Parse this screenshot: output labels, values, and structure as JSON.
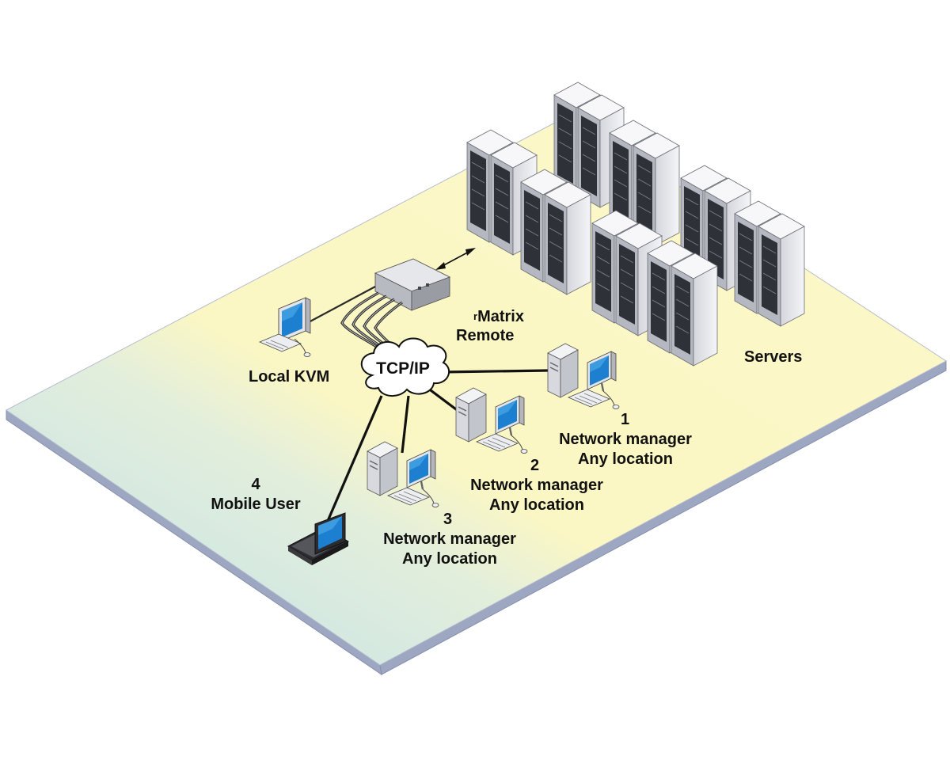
{
  "labels": {
    "matrix_line1": "Matrix",
    "matrix_prefix": "r",
    "matrix_line2": "Remote",
    "servers": "Servers",
    "local_kvm": "Local KVM",
    "cloud": "TCP/IP",
    "manager1_num": "1",
    "manager2_num": "2",
    "manager3_num": "3",
    "manager_title": "Network manager",
    "manager_sub": "Any location",
    "mobile_num": "4",
    "mobile_title": "Mobile User"
  },
  "colors": {
    "floor_light": "#fbf7c4",
    "floor_blue": "#c8e3ea",
    "floor_edge": "#9ea7c2",
    "server_body": "#dcdde2",
    "monitor_screen": "#1c7fd0"
  }
}
